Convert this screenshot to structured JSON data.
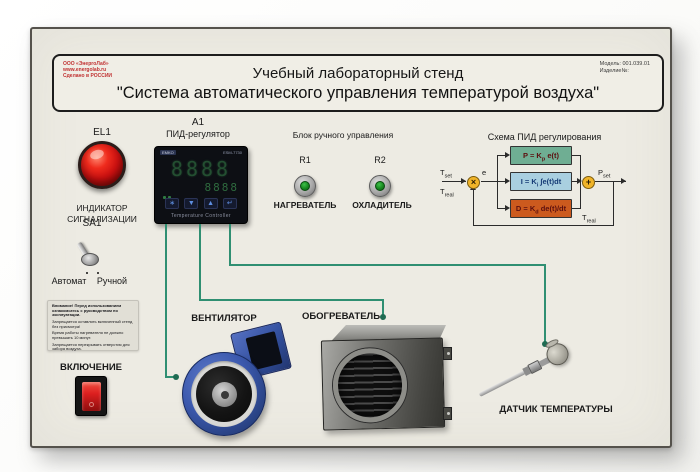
{
  "colors": {
    "panel": "#edebe3",
    "wire_green": "#2f8f72",
    "lamp_red": "#d51420",
    "fan_blue": "#3b58ad",
    "block_p_green": "#6fae93",
    "block_i_blue": "#a9cfe0",
    "block_d_orange": "#cc5a1e",
    "junction_yellow": "#f0b429",
    "maker_text_red": "#c03030"
  },
  "title_plate": {
    "maker_lines": [
      "ООО «ЭнергоЛаб»",
      "www.energolab.ru",
      "Сделано в РОССИИ"
    ],
    "model_lines": [
      "Модель: 001.039.01",
      "Изделие№:"
    ],
    "line1": "Учебный лабораторный стенд",
    "line2": "\"Система автоматического управления температурой воздуха\""
  },
  "indicator": {
    "ref": "EL1",
    "caption_line1": "ИНДИКАТОР",
    "caption_line2": "СИГНАЛИЗАЦИИ"
  },
  "controller": {
    "ref": "A1",
    "type": "ПИД-регулятор",
    "brand": "EMKO",
    "model": "ESM-7730",
    "display_row1": "8888",
    "display_row2": "8888",
    "caption": "Temperature Controller",
    "buttons": [
      {
        "name": "set",
        "glyph": "∗"
      },
      {
        "name": "down",
        "glyph": "▼"
      },
      {
        "name": "up",
        "glyph": "▲"
      },
      {
        "name": "enter",
        "glyph": "↵"
      }
    ]
  },
  "manual_block": {
    "title": "Блок ручного управления",
    "channel1": {
      "ref": "R1",
      "label": "НАГРЕВАТЕЛЬ"
    },
    "channel2": {
      "ref": "R2",
      "label": "ОХЛАДИТЕЛЬ"
    }
  },
  "pid_diagram": {
    "title": "Схема ПИД регулирования",
    "input": {
      "base": "T",
      "sub": "set"
    },
    "error": "e",
    "feedback_in": {
      "base": "T",
      "sub": "real"
    },
    "output": {
      "base": "P",
      "sub": "set"
    },
    "feedback_out": {
      "base": "T",
      "sub": "real"
    },
    "sum_in": "×",
    "sum_out": "+",
    "block_p": {
      "lhs": "P = K",
      "sub": "p",
      "rhs": " e(t)"
    },
    "block_i": {
      "lhs": "I = K",
      "sub": "i",
      "rhs": " ∫e(t)dt"
    },
    "block_d": {
      "lhs": "D = K",
      "sub": "d",
      "rhs": " de(t)/dt"
    }
  },
  "mode_switch": {
    "ref": "SA1",
    "left": "Автомат",
    "right": "Ручной"
  },
  "warning_sticker": {
    "lines": [
      "Внимание! Перед использованием ознакомьтесь с руководством по эксплуатации.",
      "Запрещается оставлять включенный стенд без присмотра!",
      "Время работы нагревателя не должно превышать 10 минут.",
      "Запрещается перекрывать отверстия для забора воздуха."
    ]
  },
  "power_switch": {
    "label": "ВКЛЮЧЕНИЕ"
  },
  "fan": {
    "label": "ВЕНТИЛЯТОР"
  },
  "heater": {
    "label": "ОБОГРЕВАТЕЛЬ"
  },
  "sensor": {
    "label": "ДАТЧИК ТЕМПЕРАТУРЫ"
  }
}
